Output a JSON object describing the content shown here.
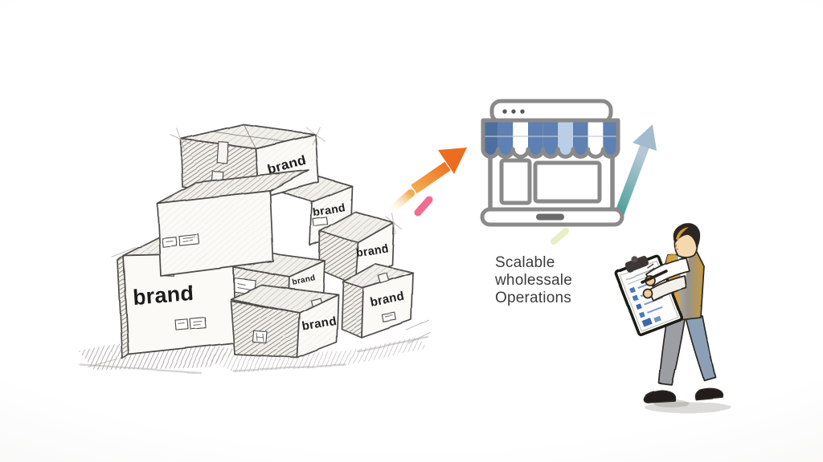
{
  "illustration": {
    "boxes": {
      "brand_label": "brand",
      "visible_count": 8,
      "sketch_stroke": "#4c4a47"
    },
    "caption": {
      "lines": [
        "Scalable",
        "wholessale",
        "Operations"
      ],
      "color": "#3c3c3c"
    },
    "flow": {
      "orange_arrow_color": "#ed6d1f",
      "orange_arrow_tail": "#f6c173",
      "pink_dash_color": "#ee6d90",
      "teal_arrow_color": "#47a09a",
      "teal_arrow_head": "#a3bccd",
      "green_dash_color": "#e7edbe"
    },
    "storefront": {
      "outline_color": "#8a8a8a",
      "awning_blue": "#5e80b2",
      "awning_blue_dark": "#4d6f9f",
      "awning_light_blue": "#b9cfe9",
      "awning_white": "#ffffff",
      "trackpad_color": "#6b6b6b"
    },
    "person": {
      "vest_color": "#d7a23c",
      "hair_color": "#2b2623",
      "hair_highlight": "#cf9a33",
      "skin_color": "#f2cb98",
      "trouser_front": "#9c9ea4",
      "trouser_back": "#8ba0b6",
      "clipboard_accent": "#4a74bb"
    }
  }
}
